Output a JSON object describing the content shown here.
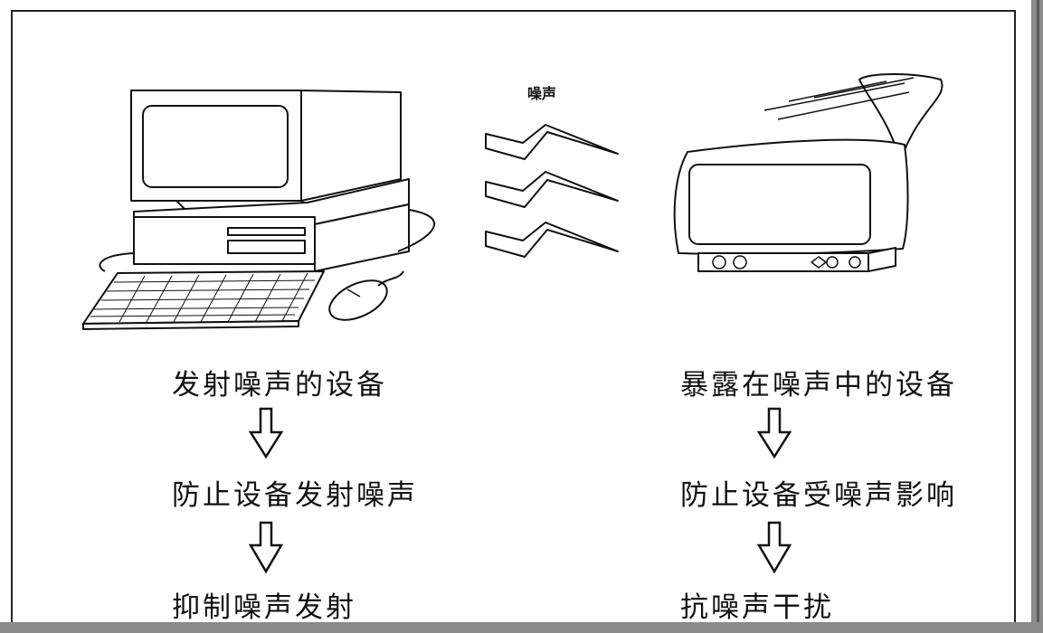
{
  "noise_label": "噪声",
  "left_column": {
    "items": [
      "发射噪声的设备",
      "防止设备发射噪声",
      "抑制噪声发射"
    ]
  },
  "right_column": {
    "items": [
      "暴露在噪声中的设备",
      "防止设备受噪声影响",
      "抗噪声干扰"
    ]
  }
}
